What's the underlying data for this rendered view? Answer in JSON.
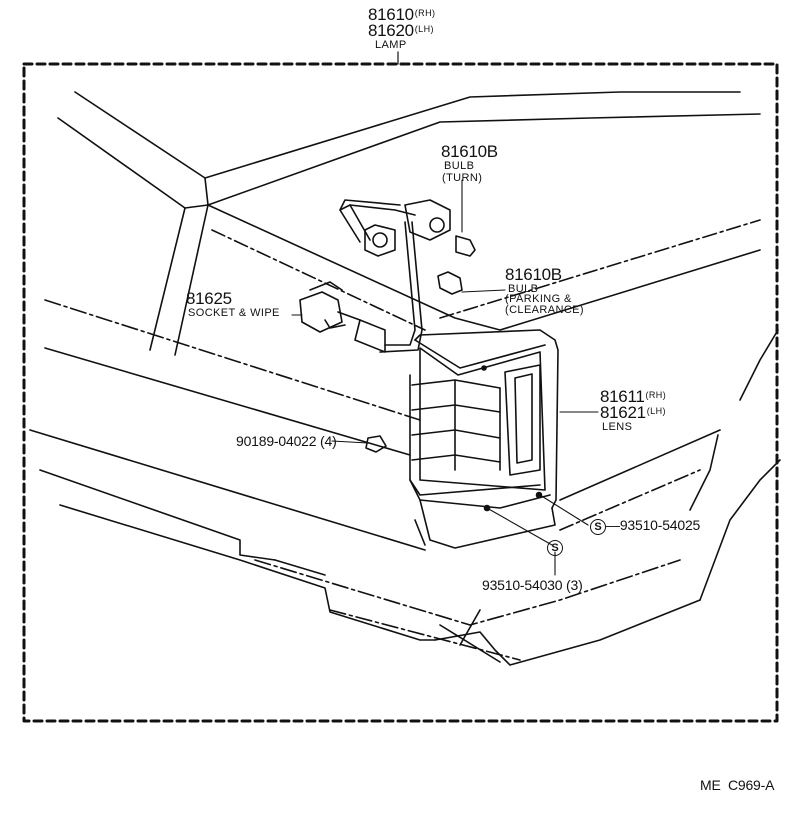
{
  "lamp": {
    "part_rh": "81610",
    "rh": "(RH)",
    "part_lh": "81620",
    "lh": "(LH)",
    "desc": "LAMP"
  },
  "bulb_turn": {
    "part": "81610B",
    "desc1": "BULB",
    "desc2": "(TURN)"
  },
  "bulb_parking": {
    "part": "81610B",
    "desc1": "BULB",
    "desc2": "PARKING &",
    "desc3": "CLEARANCE"
  },
  "socket": {
    "part": "81625",
    "desc": "SOCKET & WIPE"
  },
  "lens": {
    "part_rh": "81611",
    "rh": "(RH)",
    "part_lh": "81621",
    "lh": "(LH)",
    "desc": "LENS"
  },
  "nut": {
    "part": "90189-04022",
    "qty": "(4)"
  },
  "screw_1": {
    "mark": "S",
    "part": "93510-54025"
  },
  "screw_2": {
    "mark": "S",
    "part": "93510-54030",
    "qty": "(3)"
  },
  "footer": {
    "code": "ME  C969-A"
  }
}
